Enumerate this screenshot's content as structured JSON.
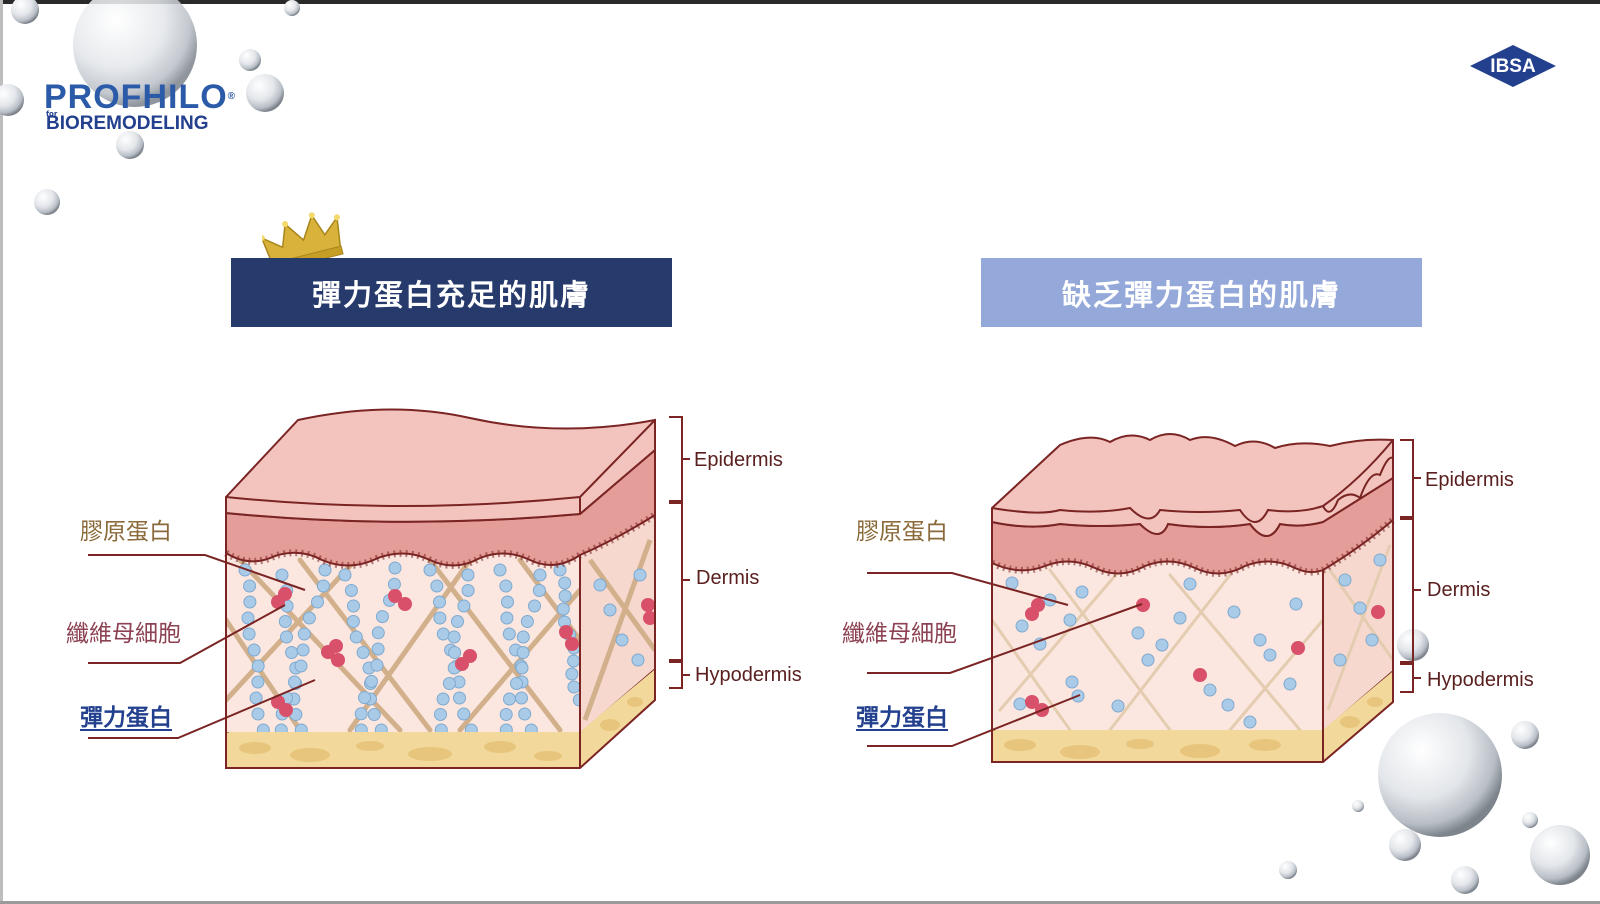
{
  "brand": {
    "logo_main": "PROFHILO",
    "logo_reg": "®",
    "logo_for": "for",
    "logo_sub": "BIOREMODELING",
    "company": "IBSA"
  },
  "panels": [
    {
      "title": "彈力蛋白充足的肌膚",
      "callouts": {
        "collagen": "膠原蛋白",
        "fibroblast": "纖維母細胞",
        "elastin": "彈力蛋白"
      },
      "layers": {
        "epidermis": "Epidermis",
        "dermis": "Dermis",
        "hypodermis": "Hypodermis"
      }
    },
    {
      "title": "缺乏彈力蛋白的肌膚",
      "callouts": {
        "collagen": "膠原蛋白",
        "fibroblast": "纖維母細胞",
        "elastin": "彈力蛋白"
      },
      "layers": {
        "epidermis": "Epidermis",
        "dermis": "Dermis",
        "hypodermis": "Hypodermis"
      }
    }
  ],
  "colors": {
    "banner_left": "#263a6c",
    "banner_right": "#94a9d9",
    "epidermis": "#f2c4bd",
    "dermis_band": "#e49d98",
    "dermis_fill": "#fbe7df",
    "hypodermis": "#f2d89a",
    "outline": "#7a2424",
    "collagen": "#d2b08c",
    "elastin_bead": "#a9cbe8",
    "fibroblast": "#d9506a"
  },
  "icons": [
    "crown-icon",
    "ibsa-diamond-icon",
    "water-droplet-icon"
  ]
}
